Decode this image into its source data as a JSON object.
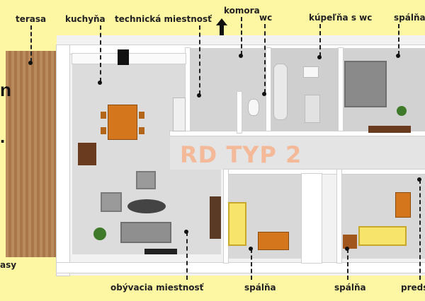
{
  "watermark": "RD TYP 2",
  "labels": {
    "terasa": "terasa",
    "kuchyna": "kuchyňa",
    "technicka": "technická miestnosť",
    "komora": "komora",
    "wc": "wc",
    "kupelna": "kúpeľňa s wc",
    "spalna_top": "spálňa",
    "obyvacia": "obývacia miestnosť",
    "spalna_mid": "spálňa",
    "spalna_right": "spálňa",
    "predsien": "preds",
    "left_edge": "asy"
  },
  "colors": {
    "background": "#fdf6a3",
    "watermark": "#ff965a",
    "terrace": "#b98a5c"
  },
  "icons": {
    "north_arrow": "up-arrow-icon"
  }
}
